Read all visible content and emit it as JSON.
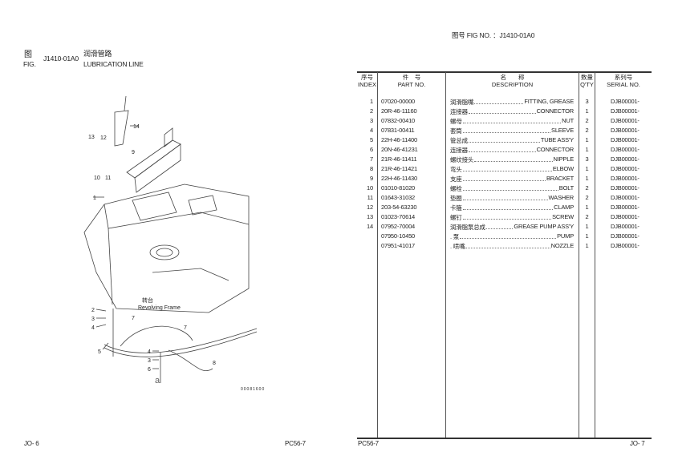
{
  "left_page": {
    "fig_cn": "图",
    "fig_en": "FIG.",
    "fig_no": "J1410-01A0",
    "title_cn": "润滑管路",
    "title_en": "LUBRICATION LINE",
    "diagram": {
      "frame_cn": "转台",
      "frame_en": "Revolving Frame",
      "view_label": "a",
      "drawing_code": "00081600",
      "callouts": [
        "14",
        "13",
        "12",
        "9",
        "10",
        "11",
        "1",
        "2",
        "3",
        "4",
        "5",
        "7",
        "7",
        "4",
        "3",
        "6",
        "8"
      ]
    },
    "footer_page": "JO- 6",
    "footer_model": "PC56-7"
  },
  "right_page": {
    "fig_no_label": "图号 FIG NO. ：J1410-01A0",
    "columns": {
      "index_cn": "序号",
      "index_en": "INDEX",
      "part_cn": "件　号",
      "part_en": "PART NO.",
      "desc_cn": "名　　称",
      "desc_en": "DESCRIPTION",
      "qty_cn": "数量",
      "qty_en": "Q'TY",
      "serial_cn": "系列号",
      "serial_en": "SERIAL NO."
    },
    "rows": [
      {
        "index": "1",
        "part": "07020-00000",
        "cn": "润滑脂嘴",
        "en": "FITTING, GREASE",
        "qty": "3",
        "serial": "DJB00001-"
      },
      {
        "index": "2",
        "part": "20R-46-11160",
        "cn": "连接器",
        "en": "CONNECTOR",
        "qty": "1",
        "serial": "DJB00001-"
      },
      {
        "index": "3",
        "part": "07832-00410",
        "cn": "螺母",
        "en": "NUT",
        "qty": "2",
        "serial": "DJB00001-"
      },
      {
        "index": "4",
        "part": "07831-00411",
        "cn": "套筒",
        "en": "SLEEVE",
        "qty": "2",
        "serial": "DJB00001-"
      },
      {
        "index": "5",
        "part": "22H-46-11400",
        "cn": "管总成",
        "en": "TUBE ASS'Y",
        "qty": "1",
        "serial": "DJB00001-"
      },
      {
        "index": "6",
        "part": "20N-46-41231",
        "cn": "连接器",
        "en": "CONNECTOR",
        "qty": "1",
        "serial": "DJB00001-"
      },
      {
        "index": "7",
        "part": "21R-46-11411",
        "cn": "螺纹接头",
        "en": "NIPPLE",
        "qty": "3",
        "serial": "DJB00001-"
      },
      {
        "index": "8",
        "part": "21R-46-11421",
        "cn": "弯头",
        "en": "ELBOW",
        "qty": "1",
        "serial": "DJB00001-"
      },
      {
        "index": "9",
        "part": "22H-46-11430",
        "cn": "支座",
        "en": "BRACKET",
        "qty": "1",
        "serial": "DJB00001-"
      },
      {
        "index": "10",
        "part": "01010-81020",
        "cn": "螺栓",
        "en": "BOLT",
        "qty": "2",
        "serial": "DJB00001-"
      },
      {
        "index": "11",
        "part": "01643-31032",
        "cn": "垫圈",
        "en": "WASHER",
        "qty": "2",
        "serial": "DJB00001-"
      },
      {
        "index": "12",
        "part": "203-54-63230",
        "cn": "卡箍",
        "en": "CLAMP",
        "qty": "1",
        "serial": "DJB00001-"
      },
      {
        "index": "13",
        "part": "01023-70614",
        "cn": "螺钉",
        "en": "SCREW",
        "qty": "2",
        "serial": "DJB00001-"
      },
      {
        "index": "14",
        "part": "07952-70004",
        "cn": "润滑脂泵总成",
        "en": "GREASE PUMP ASS'Y",
        "qty": "1",
        "serial": "DJB00001-"
      },
      {
        "index": "",
        "part": "07950-10450",
        "cn": ". 泵",
        "en": "PUMP",
        "qty": "1",
        "serial": "DJB00001-"
      },
      {
        "index": "",
        "part": "07951-41017",
        "cn": ". 喷嘴",
        "en": "NOZZLE",
        "qty": "1",
        "serial": "DJB00001-"
      }
    ],
    "footer_model": "PC56-7",
    "footer_page": "JO- 7"
  }
}
